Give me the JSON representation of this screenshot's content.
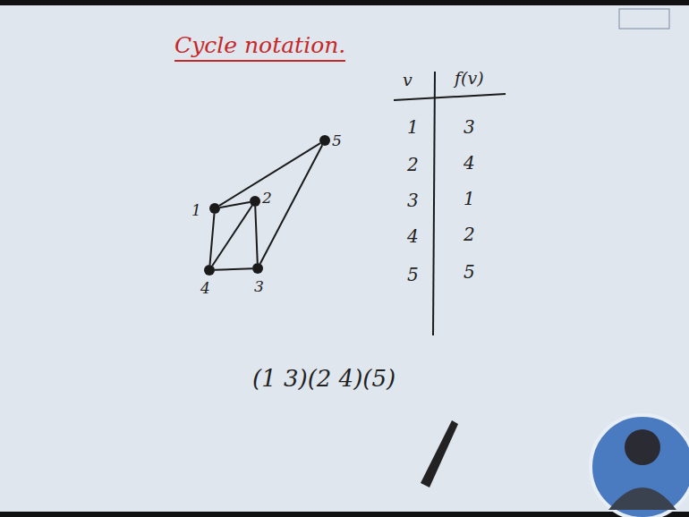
{
  "diagram": {
    "title": "Cycle notation.",
    "nodes": [
      {
        "text": [
          "1"
        ]
      },
      {
        "text": [
          "2"
        ]
      },
      {
        "text": [
          "3"
        ]
      },
      {
        "text": [
          "4"
        ]
      },
      {
        "text": [
          "5"
        ]
      }
    ],
    "edges": [
      {
        "from": 0,
        "to": 1,
        "arrow": "none"
      },
      {
        "from": 0,
        "to": 3,
        "arrow": "none"
      },
      {
        "from": 1,
        "to": 2,
        "arrow": "none"
      },
      {
        "from": 3,
        "to": 2,
        "arrow": "none"
      },
      {
        "from": 3,
        "to": 1,
        "arrow": "none"
      },
      {
        "from": 0,
        "to": 4,
        "arrow": "none"
      },
      {
        "from": 2,
        "to": 4,
        "arrow": "none"
      }
    ],
    "labels": [
      "v",
      "f(v)",
      "1",
      "3",
      "2",
      "4",
      "3",
      "1",
      "4",
      "2",
      "5",
      "5",
      "(1 3)(2 4)(5)"
    ]
  }
}
